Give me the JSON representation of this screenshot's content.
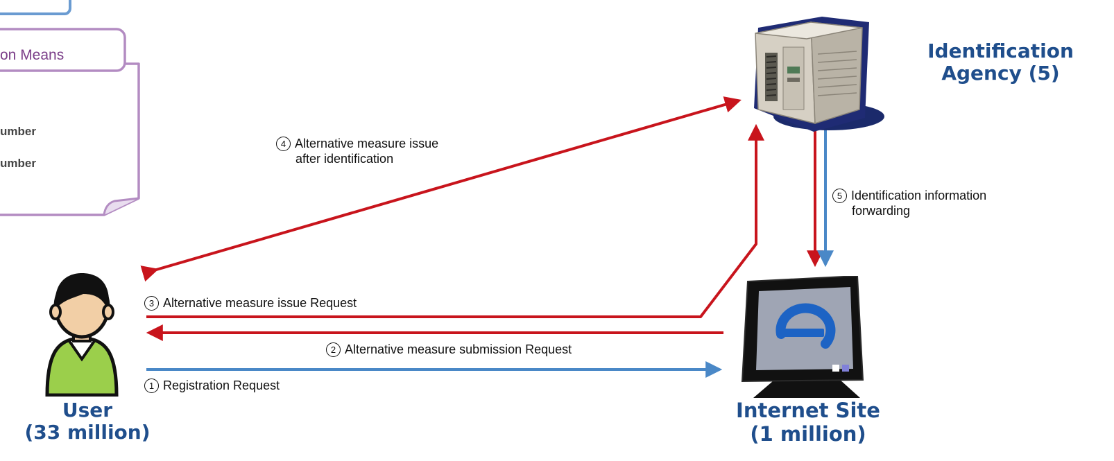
{
  "note": {
    "title": "on Means",
    "line1": "umber",
    "line2": "umber"
  },
  "nodes": {
    "agency": {
      "line1": "Identification",
      "line2": "Agency (5)"
    },
    "user": {
      "line1": "User",
      "line2": "(33 million)"
    },
    "site": {
      "line1": "Internet Site",
      "line2": "(1 million)"
    },
    "site_icon_letter": "e"
  },
  "steps": [
    {
      "num": "1",
      "text": "Registration Request"
    },
    {
      "num": "2",
      "text": "Alternative measure submission Request"
    },
    {
      "num": "3",
      "text": "Alternative measure issue Request"
    },
    {
      "num": "4",
      "text": "Alternative measure issue",
      "text2": "after identification"
    },
    {
      "num": "5",
      "text": "Identification information",
      "text2": "forwarding"
    }
  ],
  "colors": {
    "red_arrow": "#c8141c",
    "blue_arrow": "#4a88c7",
    "label_blue": "#1f4e8c",
    "note_purple": "#b38cc2"
  }
}
